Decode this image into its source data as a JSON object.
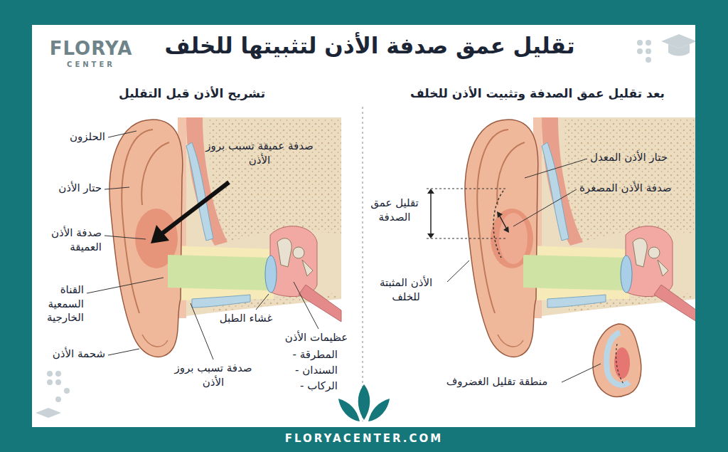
{
  "diagram": {
    "title": "تقليل عمق صدفة الأذن لتثبيتها للخلف",
    "labels": [
      "FLORYA",
      "CENTER",
      "تشريح الأذن قبل التقليل",
      "بعد تقليل عمق الصدفة وتثبيت الأذن للخلف",
      "الحلزون",
      "حتار الأذن",
      "صدفة الأذن العميقة",
      "القناة السمعية الخارجية",
      "شحمة الأذن",
      "صدفة عميقة تسبب بروز الأذن",
      "غشاء الطبل",
      "صدفة تسبب بروز الأذن",
      "عظيمات الأذن",
      "المطرقة -",
      "السندان -",
      "الركاب -",
      "حتار الأذن المعدل",
      "صدفة الأذن المصغرة",
      "تقليل عمق الصدفة",
      "الأذن المثبتة للخلف",
      "منطقة تقليل الغضروف",
      "FLORYACENTER.COM"
    ]
  }
}
